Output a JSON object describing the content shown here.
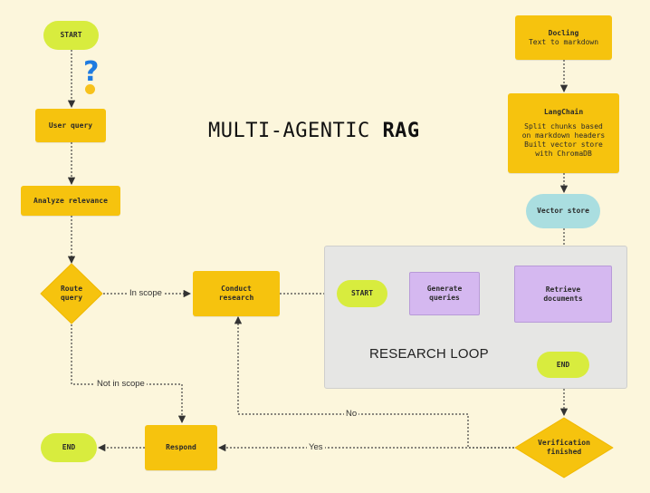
{
  "title": {
    "main": "MULTI-AGENTIC ",
    "bold": "RAG"
  },
  "nodes": {
    "start_main": "START",
    "user_query": "User query",
    "analyze_relevance": "Analyze relevance",
    "route_query": "Route\nquery",
    "conduct_research": "Conduct\nresearch",
    "respond": "Respond",
    "end_main": "END",
    "docling": {
      "title": "Docling",
      "desc": "Text to markdown"
    },
    "langchain": {
      "title": "LangChain",
      "desc1": "Split chunks based",
      "desc2": "on markdown headers",
      "desc3": "Built vector store",
      "desc4": "with ChromaDB"
    },
    "vector_store": "Vector store",
    "loop_start": "START",
    "generate_queries": "Generate\nqueries",
    "retrieve_documents": "Retrieve\ndocuments",
    "loop_end": "END",
    "verification": "Verification\nfinished"
  },
  "research_loop_label": "RESEARCH LOOP",
  "edge_labels": {
    "in_scope": "In scope",
    "not_in_scope": "Not in scope",
    "no": "No",
    "yes": "Yes"
  },
  "colors": {
    "background": "#fcf6dc",
    "yellow": "#f6c30e",
    "green": "#d8ec3e",
    "teal": "#aadee0",
    "purple": "#d5b8f0",
    "panel": "#e6e6e4"
  },
  "icons": [
    "question-mark-icon",
    "thinking-face-icon"
  ]
}
